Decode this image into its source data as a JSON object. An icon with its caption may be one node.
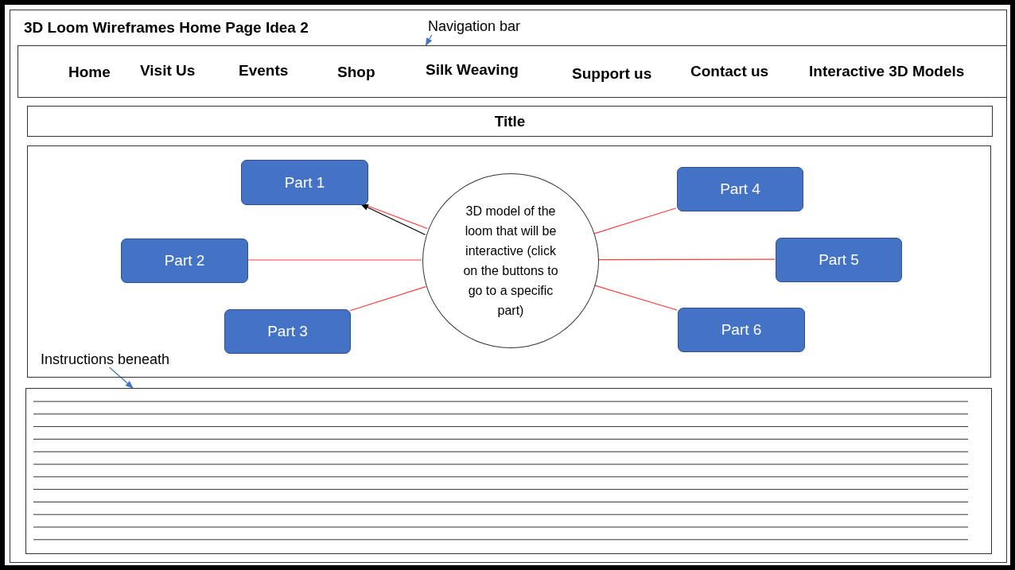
{
  "diagram": {
    "title": "3D Loom Wireframes Home Page Idea 2",
    "nodes": [
      {
        "text": [
          "Home",
          "Visit Us",
          "Events",
          "Shop",
          "Silk Weaving",
          "Support us",
          "Contact us",
          "Interactive 3D Models"
        ]
      },
      {
        "text": [
          "Navigation bar"
        ]
      },
      {
        "text": [
          "Title"
        ]
      },
      {
        "text": [],
        "shape": "box"
      },
      {
        "text": [
          "3D model of the loom that will be interactive (click on the buttons to go to a specific part)"
        ],
        "in": 3
      },
      {
        "text": [
          "Part 1"
        ],
        "in": 3
      },
      {
        "text": [
          "Part 2"
        ],
        "in": 3
      },
      {
        "text": [
          "Part 3"
        ],
        "in": 3
      },
      {
        "text": [
          "Part 4"
        ],
        "in": 3
      },
      {
        "text": [
          "Part 5"
        ],
        "in": 3
      },
      {
        "text": [
          "Part 6"
        ],
        "in": 3
      },
      {
        "text": [
          "Instructions beneath"
        ],
        "in": 3
      },
      {
        "text": [],
        "shape": "box"
      }
    ],
    "edges": [
      {
        "from": 1,
        "to": 0,
        "arrow": "to",
        "color": "#4472c4"
      },
      {
        "from": 5,
        "to": 4,
        "arrow": "none"
      },
      {
        "from": 6,
        "to": 4,
        "arrow": "none"
      },
      {
        "from": 7,
        "to": 4,
        "arrow": "none"
      },
      {
        "from": 8,
        "to": 4,
        "arrow": "none"
      },
      {
        "from": 9,
        "to": 4,
        "arrow": "none"
      },
      {
        "from": 10,
        "to": 4,
        "arrow": "none"
      },
      {
        "from": 4,
        "to": 5,
        "arrow": "to",
        "color": "#000000"
      },
      {
        "from": 11,
        "to": 12,
        "arrow": "to",
        "color": "#4472c4"
      }
    ]
  }
}
